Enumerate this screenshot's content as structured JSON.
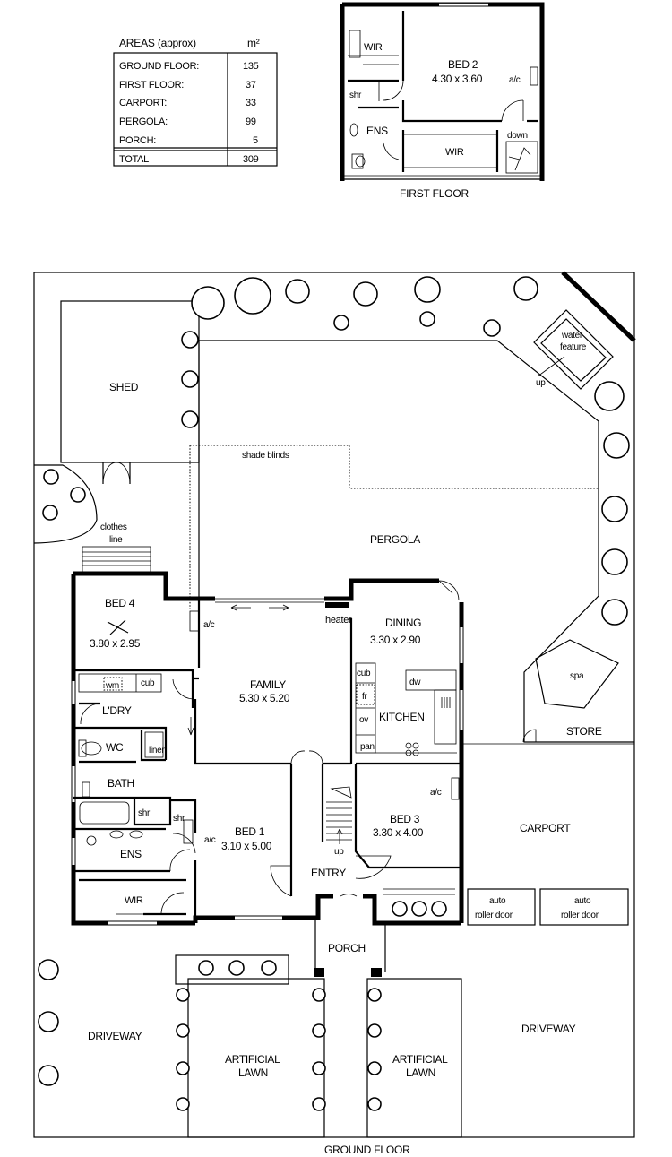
{
  "areas": {
    "header": "AREAS (approx)",
    "unit": "m²",
    "rows": [
      {
        "label": "GROUND FLOOR:",
        "value": "135"
      },
      {
        "label": "FIRST FLOOR:",
        "value": "37"
      },
      {
        "label": "CARPORT:",
        "value": "33"
      },
      {
        "label": "PERGOLA:",
        "value": "99"
      },
      {
        "label": "PORCH:",
        "value": "5"
      }
    ],
    "total_label": "TOTAL",
    "total_value": "309"
  },
  "first_floor": {
    "title": "FIRST FLOOR",
    "wir_top": "WIR",
    "bed2_name": "BED 2",
    "bed2_size": "4.30 x 3.60",
    "ac": "a/c",
    "shr": "shr",
    "ens": "ENS",
    "wir_bottom": "WIR",
    "down": "down"
  },
  "ground_floor": {
    "title": "GROUND FLOOR",
    "shed": "SHED",
    "water_feature_1": "water",
    "water_feature_2": "feature",
    "up_pergola": "up",
    "shade_blinds": "shade blinds",
    "clothes_line_1": "clothes",
    "clothes_line_2": "line",
    "pergola": "PERGOLA",
    "bed4_name": "BED 4",
    "bed4_size": "3.80 x 2.95",
    "ac_family": "a/c",
    "heater": "heater",
    "dining_name": "DINING",
    "dining_size": "3.30 x 2.90",
    "family_name": "FAMILY",
    "family_size": "5.30 x 5.20",
    "wm": "wm",
    "cub_laundry": "cub",
    "ldry": "L'DRY",
    "cub_kitchen": "cub",
    "fr": "fr",
    "dw": "dw",
    "ov": "ov",
    "kitchen": "KITCHEN",
    "pan": "pan",
    "spa": "spa",
    "store": "STORE",
    "wc": "WC",
    "linen": "linen",
    "bath": "BATH",
    "shr_bath": "shr",
    "shr_ens": "shr",
    "ens": "ENS",
    "bed1_name": "BED 1",
    "bed1_size": "3.10 x 5.00",
    "ac_bed1": "a/c",
    "up_stairs": "up",
    "entry": "ENTRY",
    "bed3_name": "BED 3",
    "bed3_size": "3.30 x 4.00",
    "ac_bed3": "a/c",
    "carport": "CARPORT",
    "roller_1a": "auto",
    "roller_1b": "roller door",
    "roller_2a": "auto",
    "roller_2b": "roller door",
    "wir": "WIR",
    "porch": "PORCH",
    "driveway_left": "DRIVEWAY",
    "driveway_right": "DRIVEWAY",
    "lawn_left_1": "ARTIFICIAL",
    "lawn_left_2": "LAWN",
    "lawn_right_1": "ARTIFICIAL",
    "lawn_right_2": "LAWN"
  }
}
